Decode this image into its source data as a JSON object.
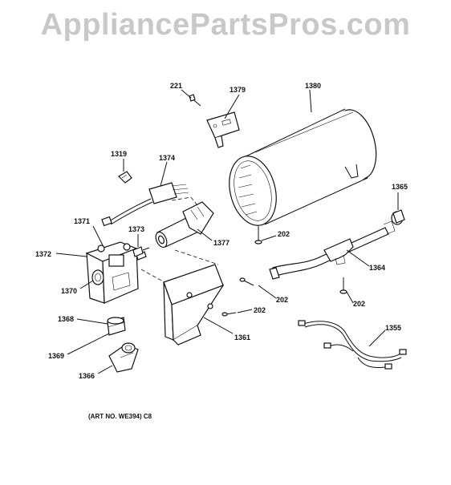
{
  "watermark": "AppliancePartsPros.com",
  "art_number": "(ART NO. WE394)  C8",
  "callouts": {
    "p221": "221",
    "p1379": "1379",
    "p1380": "1380",
    "p1319": "1319",
    "p1374": "1374",
    "p1365": "1365",
    "p1371": "1371",
    "p1373": "1373",
    "p202a": "202",
    "p1377": "1377",
    "p1372": "1372",
    "p1364": "1364",
    "p1370": "1370",
    "p202b": "202",
    "p202c": "202",
    "p202d": "202",
    "p1368": "1368",
    "p1361": "1361",
    "p1355": "1355",
    "p1369": "1369",
    "p1366": "1366"
  }
}
